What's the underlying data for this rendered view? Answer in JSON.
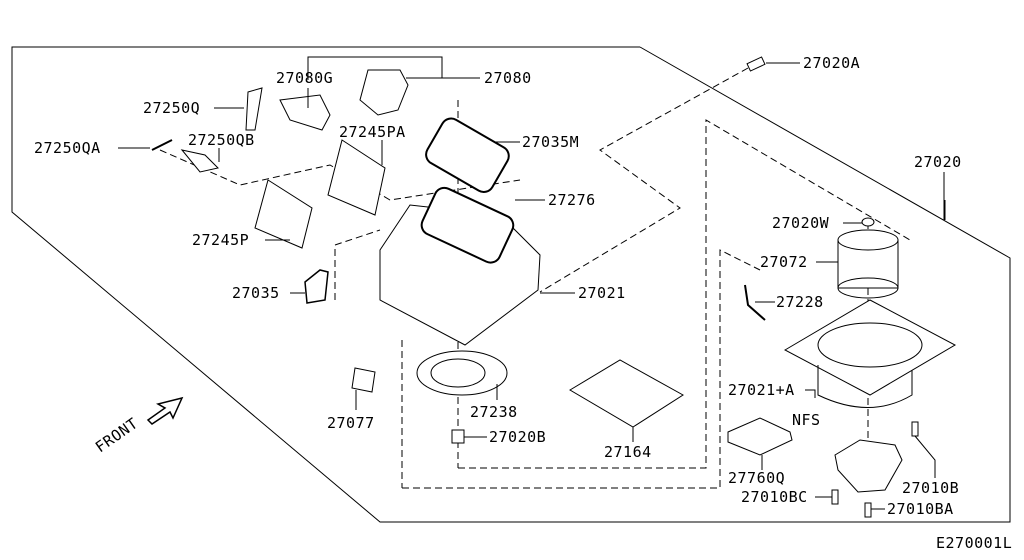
{
  "diagram": {
    "drawing_code": "E270001L",
    "front_indicator": "FRONT",
    "nfs_note": "NFS",
    "parts": {
      "p27080G": "27080G",
      "p27080": "27080",
      "p27020A": "27020A",
      "p27250Q": "27250Q",
      "p27250QA": "27250QA",
      "p27250QB": "27250QB",
      "p27245PA": "27245PA",
      "p27035M": "27035M",
      "p27020": "27020",
      "p27276": "27276",
      "p27245P": "27245P",
      "p27020W": "27020W",
      "p27072": "27072",
      "p27035": "27035",
      "p27021": "27021",
      "p27228": "27228",
      "p27021A": "27021+A",
      "p27077": "27077",
      "p27238": "27238",
      "p27020B": "27020B",
      "p27164": "27164",
      "p27760Q": "27760Q",
      "p27010B": "27010B",
      "p27010BC": "27010BC",
      "p27010BA": "27010BA"
    }
  }
}
